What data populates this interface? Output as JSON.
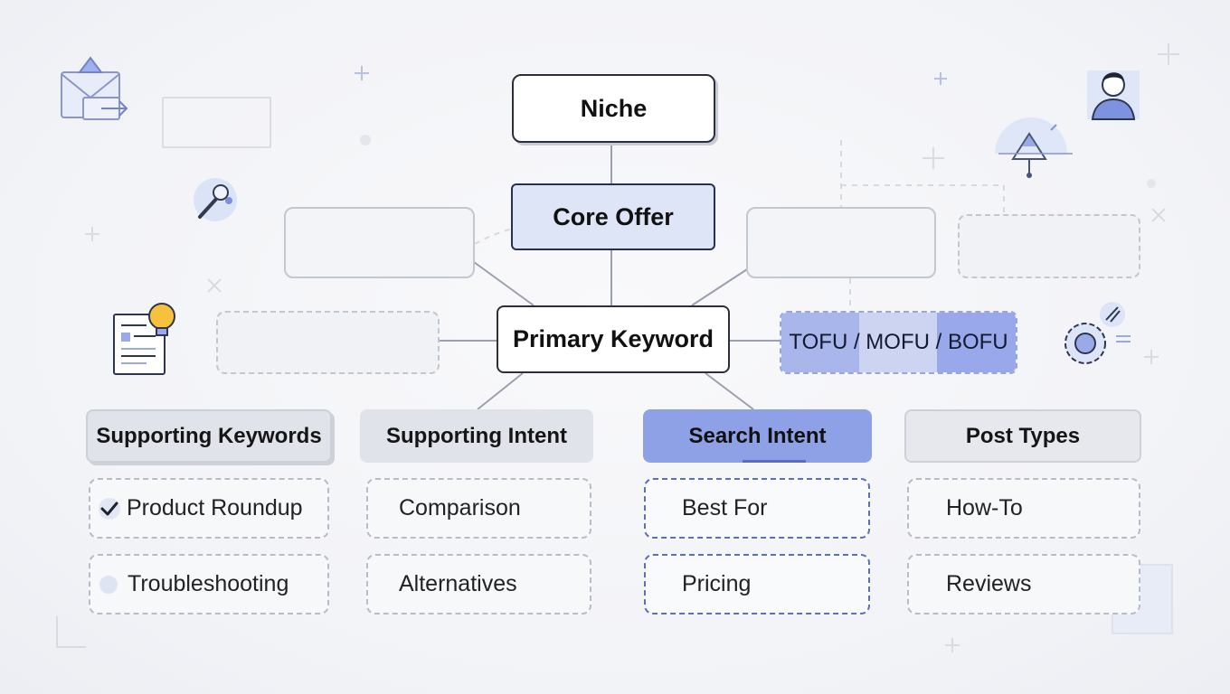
{
  "nodes": {
    "niche": "Niche",
    "core_offer": "Core Offer",
    "primary_keyword": "Primary Keyword",
    "funnel": "TOFU / MOFU / BOFU"
  },
  "columns": [
    {
      "title": "Supporting Keywords",
      "items": [
        "Product Roundup",
        "Troubleshooting"
      ]
    },
    {
      "title": "Supporting Intent",
      "items": [
        "Comparison",
        "Alternatives"
      ]
    },
    {
      "title": "Search Intent",
      "items": [
        "Best For",
        "Pricing"
      ]
    },
    {
      "title": "Post Types",
      "items": [
        "How-To",
        "Reviews"
      ]
    }
  ],
  "colors": {
    "accent": "#8ea0e6",
    "core_fill": "#dde5f7",
    "funnel_tofu": "#a9b6ec",
    "funnel_mofu": "#ccd4f2",
    "funnel_bofu": "#98a8ea"
  },
  "icons": [
    "envelope-icon",
    "wrench-icon",
    "checklist-lightbulb-icon",
    "person-avatar-icon",
    "mountain-cloud-icon",
    "gear-rocket-icon",
    "checkmark-icon",
    "dot-icon"
  ]
}
